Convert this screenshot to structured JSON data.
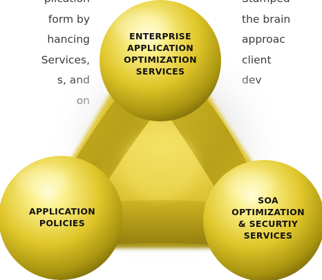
{
  "left_paragraph": [
    "",
    "plication",
    "form by",
    "hancing",
    "Services,",
    "s, and",
    "on"
  ],
  "right_paragraph": [
    "",
    "Stamped",
    "the brain",
    "approac",
    "client",
    "dev"
  ],
  "nodes": {
    "top": [
      "ENTERPRISE",
      "APPLICATION",
      "OPTIMIZATION",
      "SERVICES"
    ],
    "left": [
      "APPLICATION",
      "POLICIES"
    ],
    "right": [
      "SOA",
      "OPTIMIZATION",
      "& SECURTIY",
      "SERVICES"
    ]
  },
  "colors": {
    "gold_light": "#fbf08a",
    "gold_mid": "#e0c62a",
    "gold_dark": "#8a7a10",
    "text": "#3a3a3a",
    "label": "#111111"
  }
}
